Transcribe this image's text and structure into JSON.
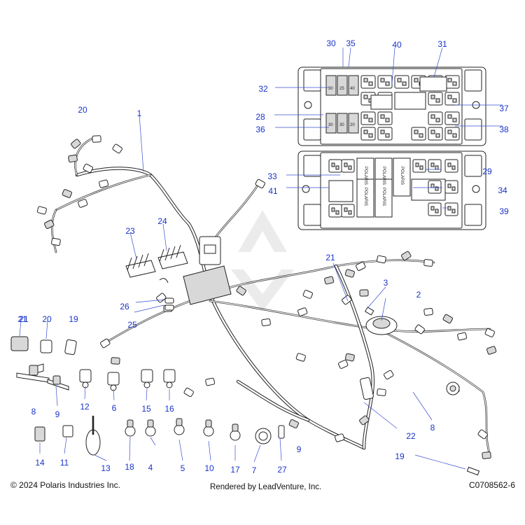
{
  "diagram": {
    "callouts": [
      "1",
      "2",
      "3",
      "4",
      "5",
      "6",
      "7",
      "8",
      "9",
      "10",
      "11",
      "12",
      "13",
      "14",
      "15",
      "16",
      "17",
      "18",
      "19",
      "20",
      "21",
      "22",
      "23",
      "24",
      "25",
      "26",
      "27",
      "28",
      "29",
      "30",
      "31",
      "32",
      "33",
      "34",
      "35",
      "36",
      "37",
      "38",
      "39",
      "40",
      "41"
    ],
    "fuse_labels": [
      "30",
      "40",
      "25",
      "30",
      "20",
      "30",
      "20"
    ],
    "relay_label": "POLARIS",
    "watermark": "LEADVENTURE"
  },
  "colors": {
    "callout": "#1a33c8",
    "line": "#222222",
    "background": "#ffffff"
  },
  "footer": {
    "copyright": "© 2024 Polaris Industries Inc.",
    "rendered_by": "Rendered by LeadVenture, Inc.",
    "part_code": "C0708562-6"
  }
}
